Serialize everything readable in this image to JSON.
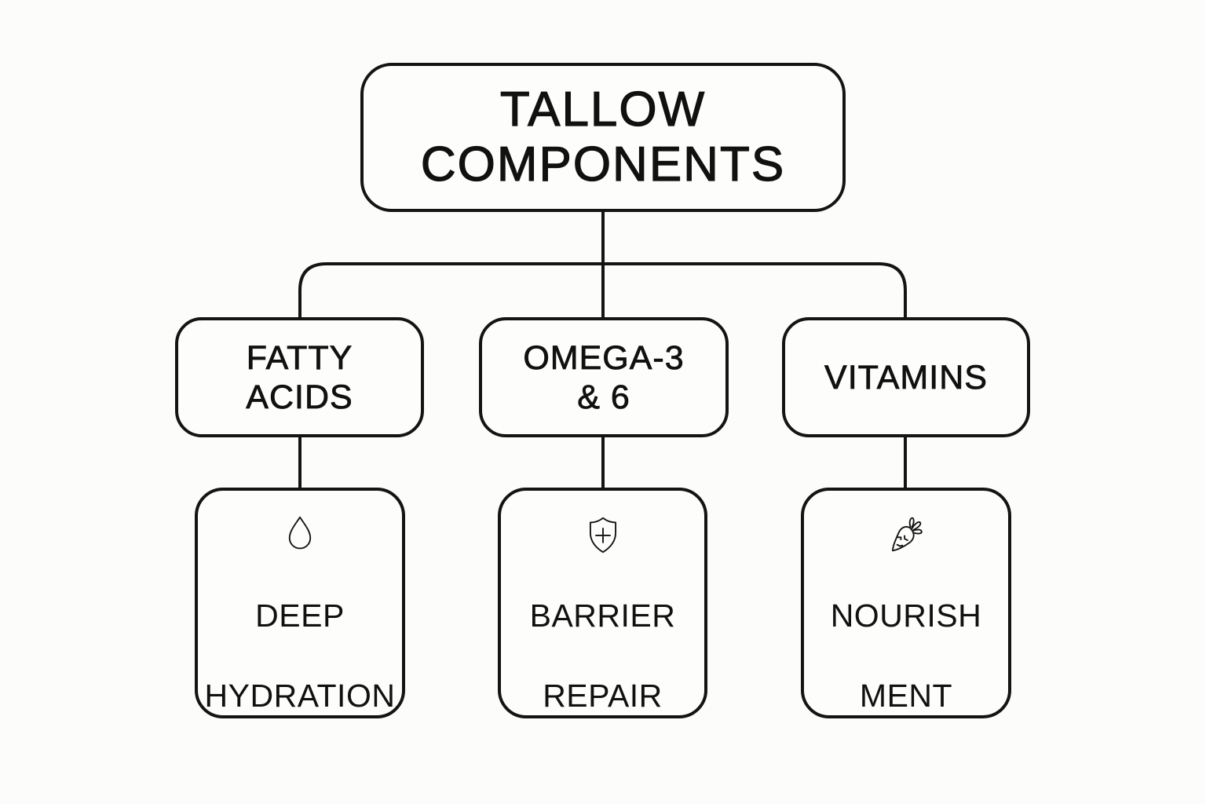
{
  "root": {
    "line1": "TALLOW",
    "line2": "COMPONENTS"
  },
  "components": [
    {
      "line1": "FATTY",
      "line2": "ACIDS",
      "benefit_icon": "water-drop-icon",
      "benefit_line1": "DEEP",
      "benefit_line2": "HYDRATION"
    },
    {
      "line1": "OMEGA-3",
      "line2": "& 6",
      "benefit_icon": "shield-plus-icon",
      "benefit_line1": "BARRIER",
      "benefit_line2": "REPAIR"
    },
    {
      "line1": "VITAMINS",
      "line2": "",
      "benefit_icon": "carrot-icon",
      "benefit_line1": "NOURISH",
      "benefit_line2": "MENT"
    }
  ],
  "colors": {
    "stroke": "#141414",
    "background": "#fcfcfa"
  }
}
